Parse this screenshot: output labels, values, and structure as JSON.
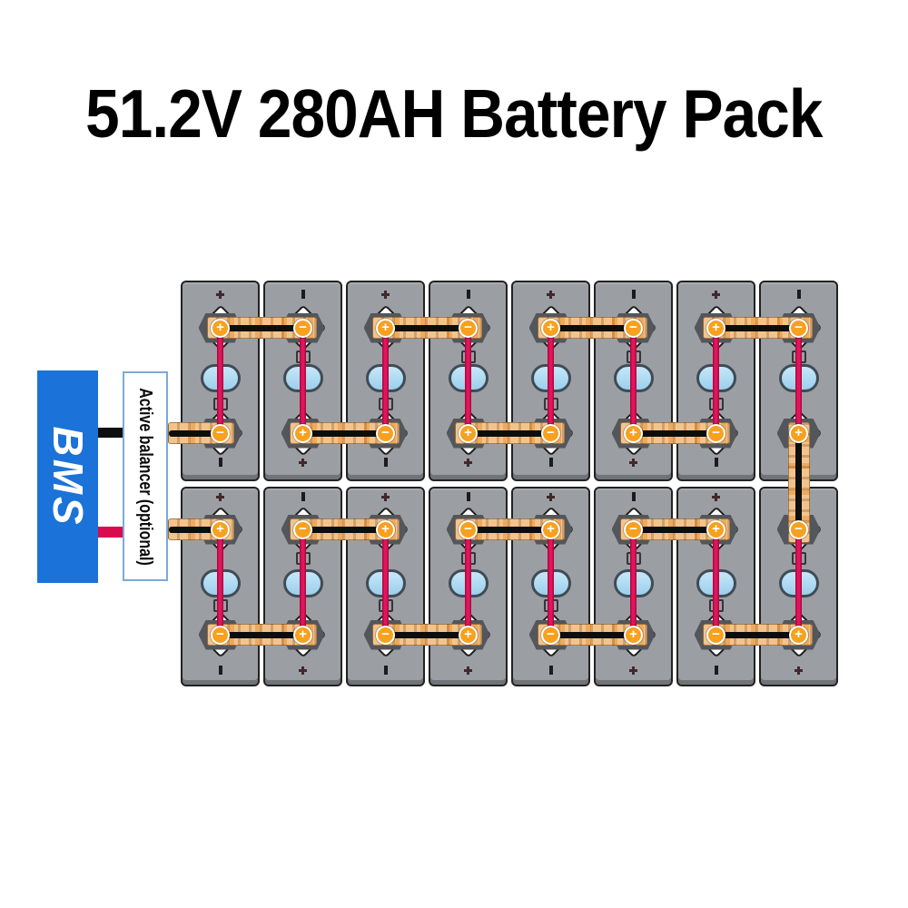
{
  "title": "51.2V 280AH Battery Pack",
  "bms": {
    "label": "BMS"
  },
  "balancer": {
    "label": "Active balancer (optional)"
  },
  "wires": {
    "negative": {
      "name": "bms-negative-wire",
      "color": "#0e0f10"
    },
    "positive": {
      "name": "bms-positive-wire",
      "color": "#d90a4e"
    }
  },
  "colors": {
    "accent_red": "#d90a4e",
    "bms_blue": "#1b72d8",
    "busbar_copper": "#f2c48d",
    "terminal_cap_orange": "#f7a11f",
    "cell_gray": "#9b9fa3",
    "vent_blue": "#a9d7f0",
    "wire_black": "#0e0f10",
    "balancer_border_blue": "#7ca9d6"
  },
  "pack": {
    "rows": 2,
    "columns": 8,
    "cells": [
      {
        "row": "1",
        "col": 1,
        "top": "+",
        "bottom": "−"
      },
      {
        "row": "1",
        "col": 2,
        "top": "−",
        "bottom": "+"
      },
      {
        "row": "1",
        "col": 3,
        "top": "+",
        "bottom": "−"
      },
      {
        "row": "1",
        "col": 4,
        "top": "−",
        "bottom": "+"
      },
      {
        "row": "1",
        "col": 5,
        "top": "+",
        "bottom": "−"
      },
      {
        "row": "1",
        "col": 6,
        "top": "−",
        "bottom": "+"
      },
      {
        "row": "1",
        "col": 7,
        "top": "+",
        "bottom": "−"
      },
      {
        "row": "1",
        "col": 8,
        "top": "−",
        "bottom": "+"
      },
      {
        "row": "2",
        "col": 1,
        "top": "+",
        "bottom": "−"
      },
      {
        "row": "2",
        "col": 2,
        "top": "−",
        "bottom": "+"
      },
      {
        "row": "2",
        "col": 3,
        "top": "+",
        "bottom": "−"
      },
      {
        "row": "2",
        "col": 4,
        "top": "−",
        "bottom": "+"
      },
      {
        "row": "2",
        "col": 5,
        "top": "+",
        "bottom": "−"
      },
      {
        "row": "2",
        "col": 6,
        "top": "−",
        "bottom": "+"
      },
      {
        "row": "2",
        "col": 7,
        "top": "+",
        "bottom": "−"
      },
      {
        "row": "2",
        "col": 8,
        "top": "−",
        "bottom": "+"
      }
    ],
    "busbars": [
      {
        "type": "pair",
        "row": "1",
        "edge": "top",
        "cols": [
          1,
          2
        ]
      },
      {
        "type": "pair",
        "row": "1",
        "edge": "top",
        "cols": [
          3,
          4
        ]
      },
      {
        "type": "pair",
        "row": "1",
        "edge": "top",
        "cols": [
          5,
          6
        ]
      },
      {
        "type": "pair",
        "row": "1",
        "edge": "top",
        "cols": [
          7,
          8
        ]
      },
      {
        "type": "stub",
        "row": "1",
        "edge": "bottom",
        "col": 1
      },
      {
        "type": "pair",
        "row": "1",
        "edge": "bottom",
        "cols": [
          2,
          3
        ]
      },
      {
        "type": "pair",
        "row": "1",
        "edge": "bottom",
        "cols": [
          4,
          5
        ]
      },
      {
        "type": "pair",
        "row": "1",
        "edge": "bottom",
        "cols": [
          6,
          7
        ]
      },
      {
        "type": "vertical",
        "col": 8
      },
      {
        "type": "stub",
        "row": "2",
        "edge": "top",
        "col": 1
      },
      {
        "type": "pair",
        "row": "2",
        "edge": "top",
        "cols": [
          2,
          3
        ]
      },
      {
        "type": "pair",
        "row": "2",
        "edge": "top",
        "cols": [
          4,
          5
        ]
      },
      {
        "type": "pair",
        "row": "2",
        "edge": "top",
        "cols": [
          6,
          7
        ]
      },
      {
        "type": "pair",
        "row": "2",
        "edge": "bottom",
        "cols": [
          1,
          2
        ]
      },
      {
        "type": "pair",
        "row": "2",
        "edge": "bottom",
        "cols": [
          3,
          4
        ]
      },
      {
        "type": "pair",
        "row": "2",
        "edge": "bottom",
        "cols": [
          5,
          6
        ]
      },
      {
        "type": "pair",
        "row": "2",
        "edge": "bottom",
        "cols": [
          7,
          8
        ]
      }
    ]
  }
}
